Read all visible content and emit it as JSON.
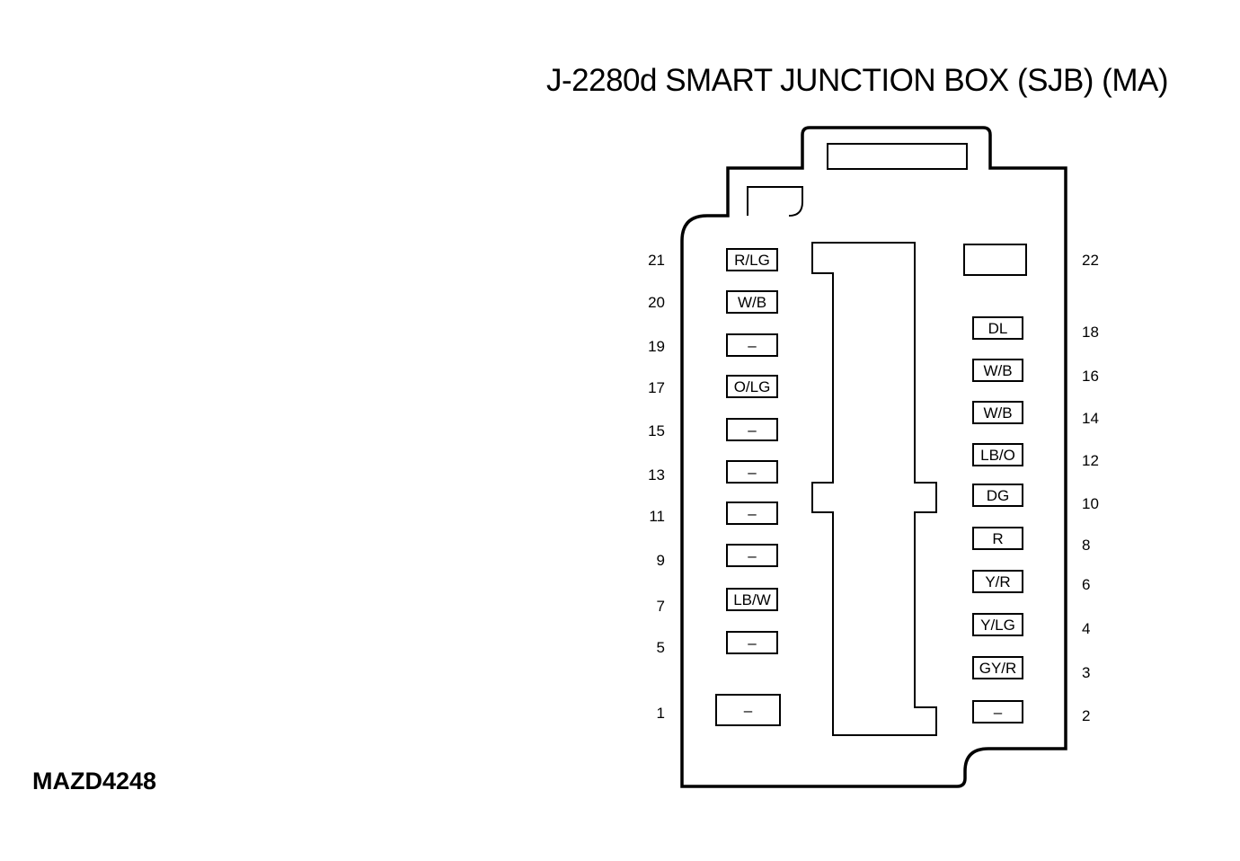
{
  "title": "J-2280d SMART JUNCTION BOX (SJB) (MA)",
  "figure_id": "MAZD4248",
  "left_pins": [
    {
      "pin": "21",
      "wire": "R/LG"
    },
    {
      "pin": "20",
      "wire": "W/B"
    },
    {
      "pin": "19",
      "wire": "–"
    },
    {
      "pin": "17",
      "wire": "O/LG"
    },
    {
      "pin": "15",
      "wire": "–"
    },
    {
      "pin": "13",
      "wire": "–"
    },
    {
      "pin": "11",
      "wire": "–"
    },
    {
      "pin": "9",
      "wire": "–"
    },
    {
      "pin": "7",
      "wire": "LB/W"
    },
    {
      "pin": "5",
      "wire": "–"
    },
    {
      "pin": "1",
      "wire": "–"
    }
  ],
  "right_pins": [
    {
      "pin": "22",
      "wire": ""
    },
    {
      "pin": "18",
      "wire": "DL"
    },
    {
      "pin": "16",
      "wire": "W/B"
    },
    {
      "pin": "14",
      "wire": "W/B"
    },
    {
      "pin": "12",
      "wire": "LB/O"
    },
    {
      "pin": "10",
      "wire": "DG"
    },
    {
      "pin": "8",
      "wire": "R"
    },
    {
      "pin": "6",
      "wire": "Y/R"
    },
    {
      "pin": "4",
      "wire": "Y/LG"
    },
    {
      "pin": "3",
      "wire": "GY/R"
    },
    {
      "pin": "2",
      "wire": "–"
    }
  ]
}
